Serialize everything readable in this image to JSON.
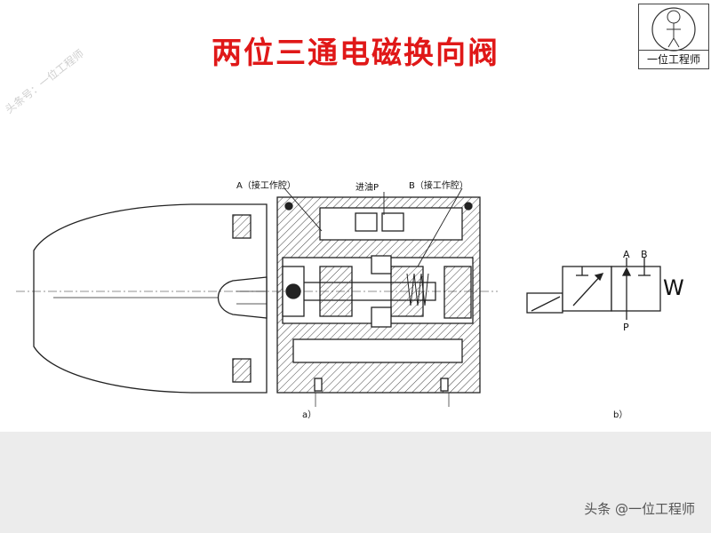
{
  "title": "两位三通电磁换向阀",
  "colors": {
    "title": "#e01818",
    "line": "#222222",
    "footer_band": "#ececec",
    "watermark": "#cfcfcf"
  },
  "watermark_text": "头条号：一位工程师",
  "logo": {
    "text": "一位工程师",
    "icon": "person-sketch-icon"
  },
  "labels": {
    "port_a": "A（接工作腔）",
    "inlet_p": "进油P",
    "port_b": "B（接工作腔）",
    "fig_a": "a）",
    "fig_b": "b）"
  },
  "symbol": {
    "port_a": "A",
    "port_b": "B",
    "port_p": "P",
    "spring": "W"
  },
  "source_tag": "头条 @一位工程师"
}
